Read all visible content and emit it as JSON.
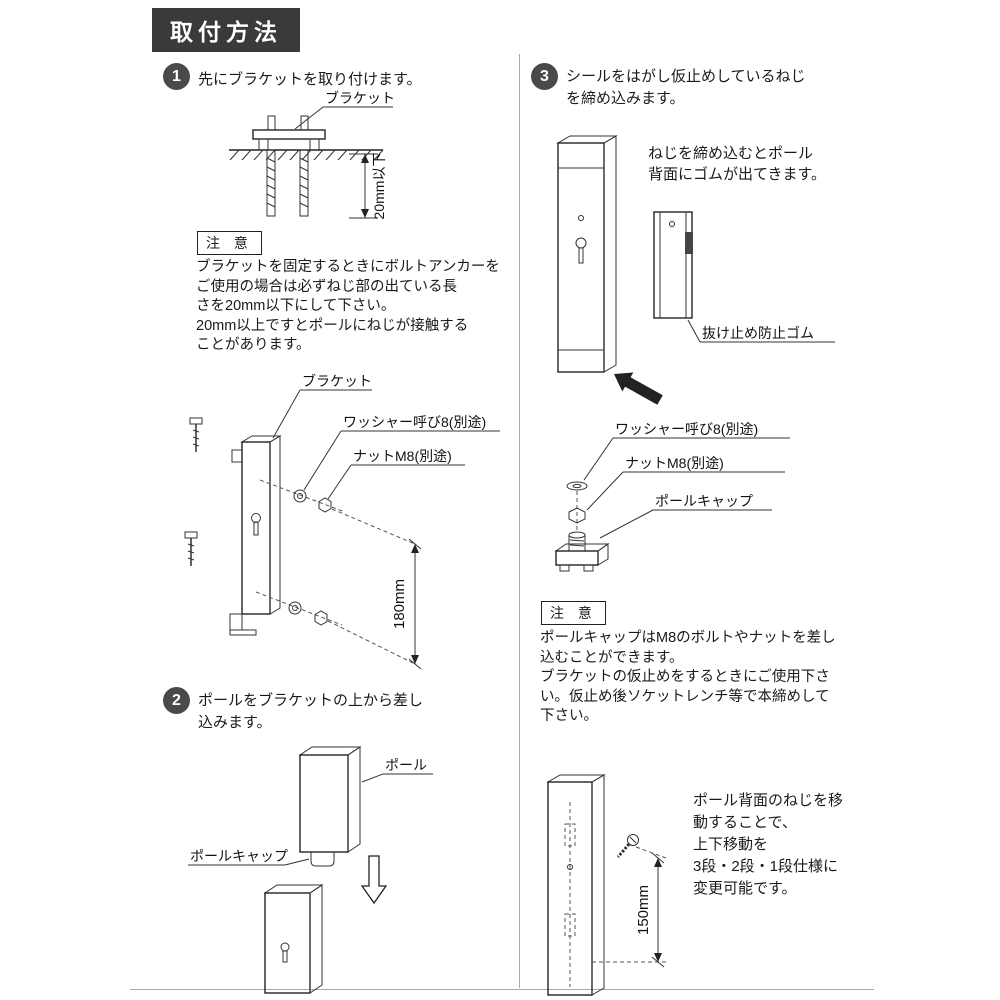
{
  "page": {
    "title": "取付方法"
  },
  "step1": {
    "number": "1",
    "heading": "先にブラケットを取り付けます。",
    "diagram_top": {
      "bracket_label": "ブラケット",
      "dim_label": "20mm以下"
    },
    "caution": {
      "title": "注 意",
      "lines": [
        "ブラケットを固定するときにボルトアンカーを",
        "ご使用の場合は必ずねじ部の出ている長",
        "さを20mm以下にして下さい。",
        "20mm以上ですとポールにねじが接触する",
        "ことがあります。"
      ]
    },
    "diagram_assembly": {
      "bracket_label": "ブラケット",
      "washer_label": "ワッシャー呼び8(別途)",
      "nut_label": "ナットM8(別途)",
      "dim_label": "180mm"
    }
  },
  "step2": {
    "number": "2",
    "heading_lines": [
      "ポールをブラケットの上から差し",
      "込みます。"
    ],
    "diagram": {
      "pole_label": "ポール",
      "pole_cap_label": "ポールキャップ"
    }
  },
  "step3": {
    "number": "3",
    "heading_lines": [
      "シールをはがし仮止めしているねじ",
      "を締め込みます。"
    ],
    "note_lines": [
      "ねじを締め込むとポール",
      "背面にゴムが出てきます。"
    ],
    "diagram_pole": {
      "rubber_label": "抜け止め防止ゴム"
    },
    "diagram_parts": {
      "washer_label": "ワッシャー呼び8(別途)",
      "nut_label": "ナットM8(別途)",
      "pole_cap_label": "ポールキャップ"
    },
    "caution": {
      "title": "注 意",
      "lines": [
        "ポールキャップはM8のボルトやナットを差し",
        "込むことができます。",
        "ブラケットの仮止めをするときにご使用下さ",
        "い。仮止め後ソケットレンチ等で本締めして",
        "下さい。"
      ]
    },
    "diagram_bottom": {
      "dim_label": "150mm",
      "note_lines": [
        "ポール背面のねじを移",
        "動することで、",
        "上下移動を",
        "3段・2段・1段仕様に",
        "変更可能です。"
      ]
    }
  }
}
